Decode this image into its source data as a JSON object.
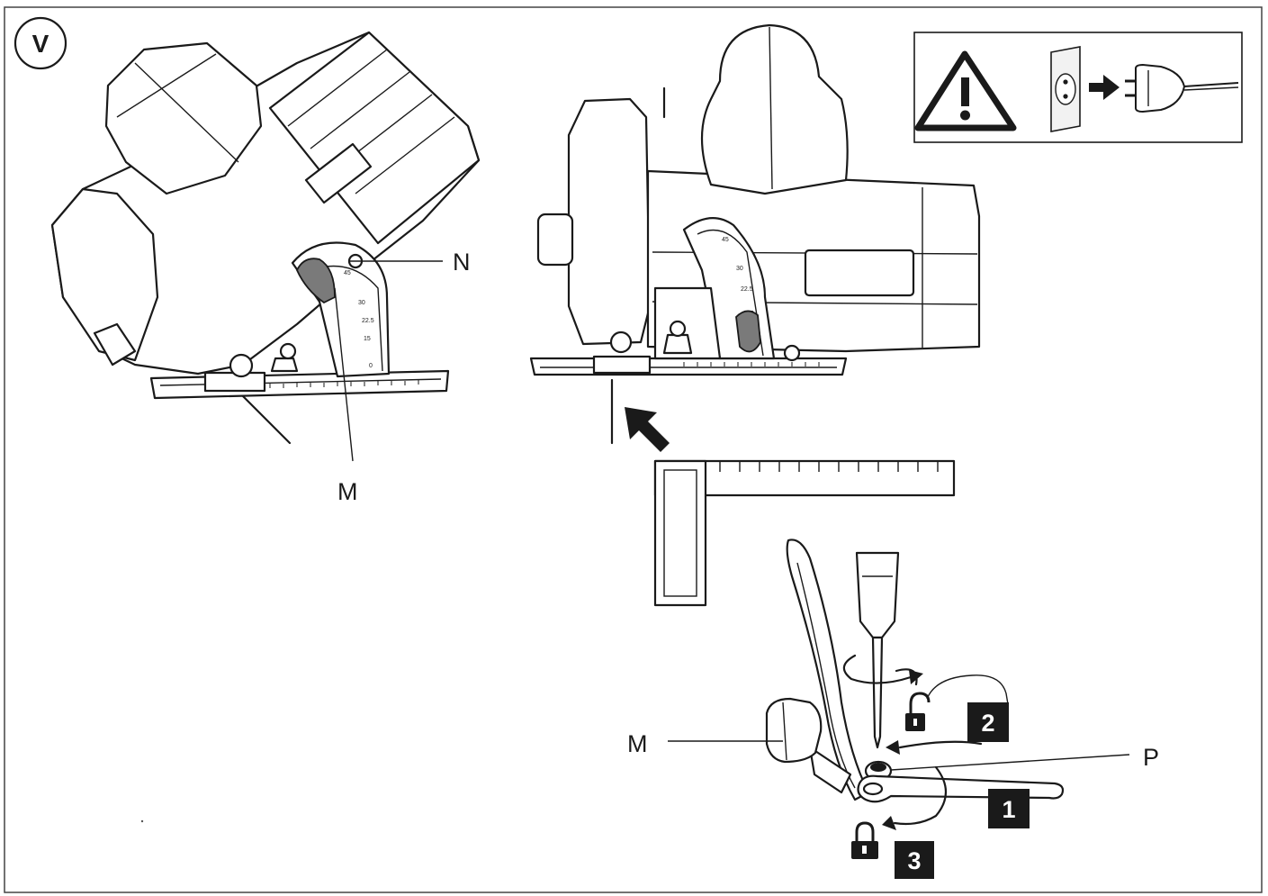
{
  "figure": {
    "panel_letter": "V",
    "labels": {
      "top_left_n": "N",
      "top_left_m": "M",
      "bottom_m": "M",
      "bottom_p": "P"
    },
    "steps": [
      "1",
      "2",
      "3"
    ],
    "icons": [
      "warning-triangle-icon",
      "wall-socket-icon",
      "arrow-right-icon",
      "power-plug-icon",
      "padlock-unlocked-icon",
      "padlock-locked-icon",
      "rotation-arrow-icon"
    ],
    "colors": {
      "ink": "#1a1a1a",
      "paper": "#ffffff",
      "lever": "#7a7a7a"
    }
  }
}
